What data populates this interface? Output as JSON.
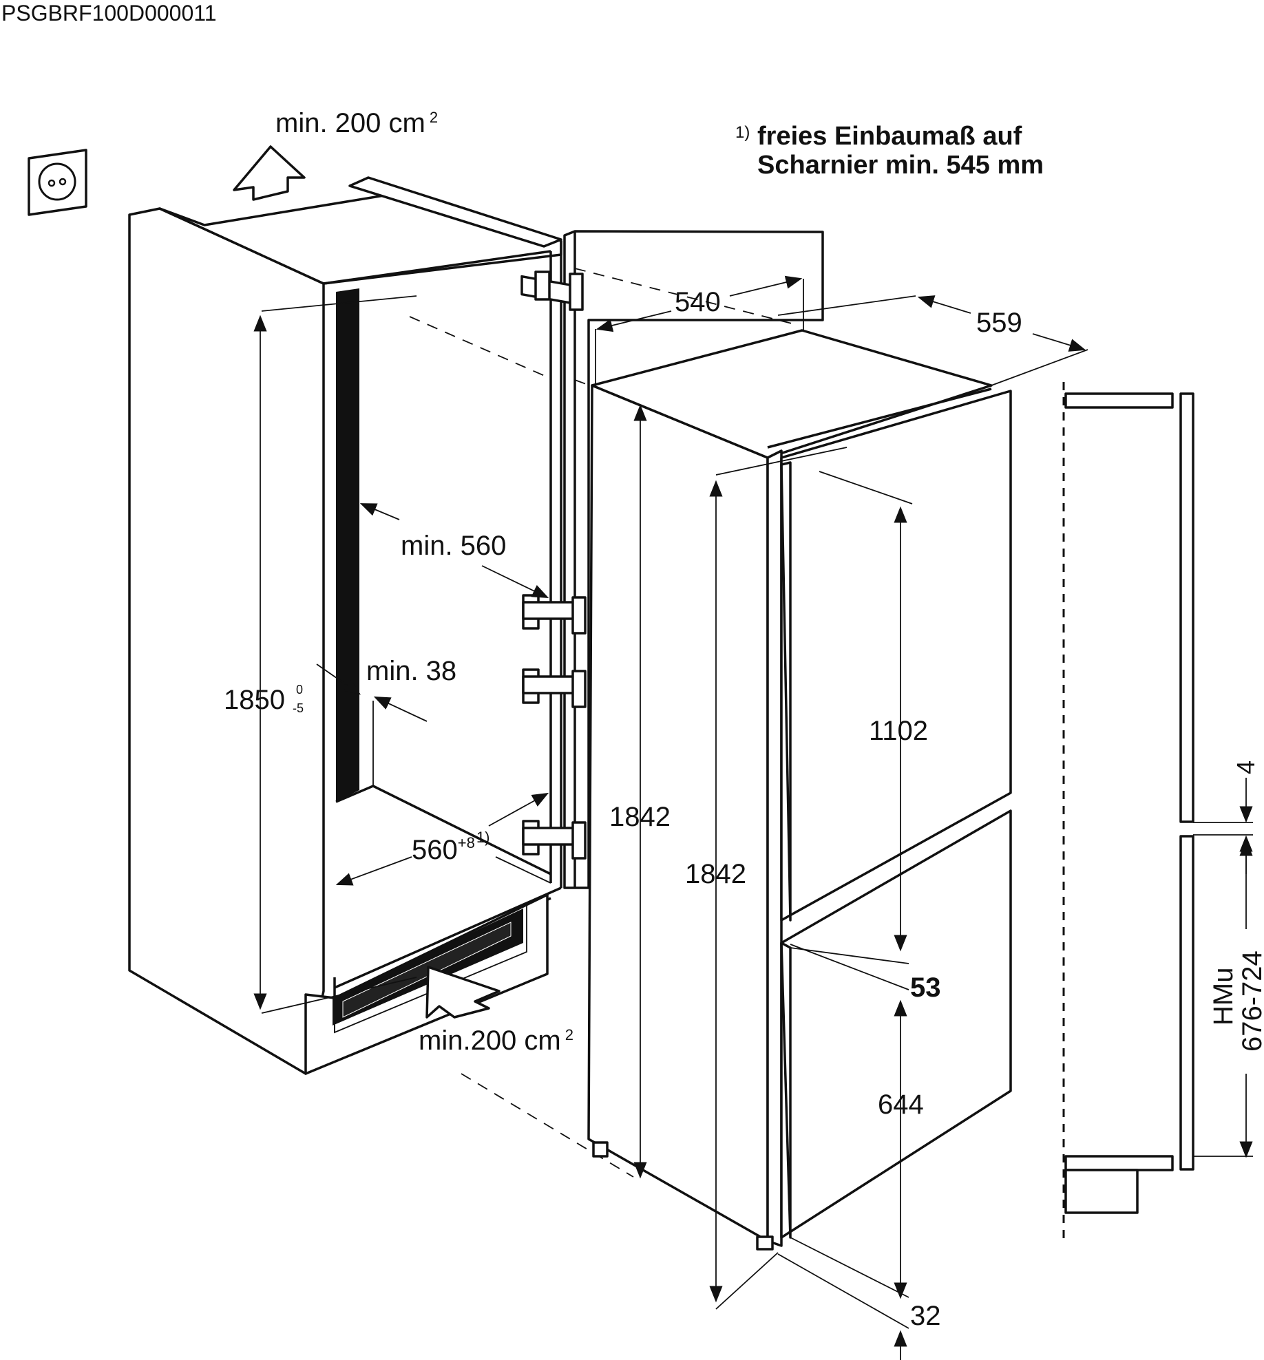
{
  "code": "PSGBRF100D000011",
  "note": {
    "marker": "1)",
    "line1": "freies Einbaumaß auf",
    "line2": "Scharnier min. 545 mm"
  },
  "ventilation": {
    "top_label": "min. 200 cm",
    "top_sup": "2",
    "bottom_label": "min.200 cm",
    "bottom_sup": "2"
  },
  "niche": {
    "height": "1850",
    "height_tol_upper": "0",
    "height_tol_lower": "-5",
    "min_depth": "min. 560",
    "min_gap": "min. 38",
    "width": "560",
    "width_tol": "+8",
    "width_note": "1)"
  },
  "appliance": {
    "depth_540": "540",
    "depth_559": "559",
    "height_side": "1842",
    "height_front": "1842",
    "upper_door": "1102",
    "gap_between_doors": "53",
    "lower_door": "644",
    "bottom_offset": "32"
  },
  "furniture_door": {
    "gap": "4",
    "hmu_label": "HMu",
    "hmu_range": "676-724"
  },
  "icons": [
    "power-socket-icon",
    "airflow-arrow-icon"
  ]
}
